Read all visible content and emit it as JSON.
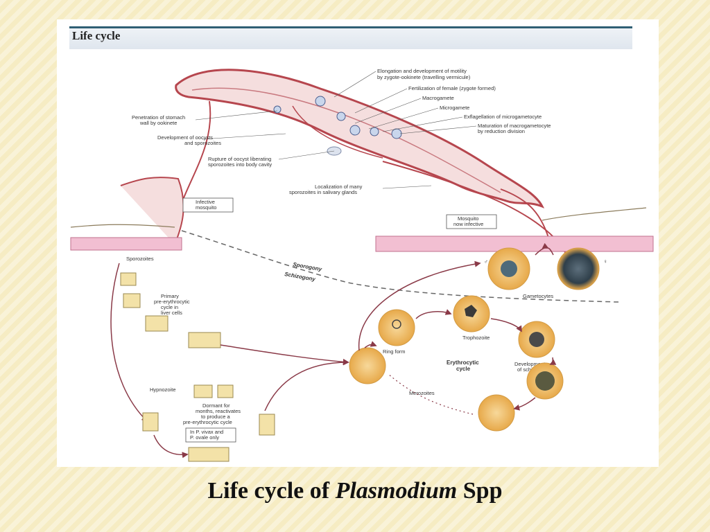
{
  "panel_title": "Life cycle",
  "labels": {
    "elongation_1": "Elongation and development of motility",
    "elongation_2": "by zygote-ookinete (travelling vermicule)",
    "fertilization": "Fertilization of female (zygote formed)",
    "macrogamete": "Macrogamete",
    "microgamete": "Microgamete",
    "exflagellation": "Exflagellation of microgametocyte",
    "maturation_1": "Maturation of macrogametocyte",
    "maturation_2": "by reduction division",
    "penetration_1": "Penetration of stomach",
    "penetration_2": "wall by ookinete",
    "oocysts_1": "Development of oocysts",
    "oocysts_2": "and sporozoites",
    "rupture_1": "Rupture of oocyst liberating",
    "rupture_2": "sporozoites into body cavity",
    "localization_1": "Localization of many",
    "localization_2": "sporozoites in salivary glands",
    "infective_1": "Infective",
    "infective_2": "mosquito",
    "now_infective_1": "Mosquito",
    "now_infective_2": "now infective",
    "sporozoites": "Sporozoites",
    "sporogony": "Sporogony",
    "schizogony": "Schizogony",
    "primary_1": "Primary",
    "primary_2": "pre-erythrocytic",
    "primary_3": "cycle in",
    "primary_4": "liver cells",
    "gametocytes": "Gametocytes",
    "ring_form": "Ring form",
    "trophozoite": "Trophozoite",
    "schizont_1": "Development",
    "schizont_2": "of schizont",
    "erythrocytic_1": "Erythrocytic",
    "erythrocytic_2": "cycle",
    "merozoites": "Merozoites",
    "hypnozoite": "Hypnozoite",
    "dormant_1": "Dormant for",
    "dormant_2": "months, reactivates",
    "dormant_3": "to produce a",
    "dormant_4": "pre-erythrocytic cycle",
    "vivax_1": "In P. vivax and",
    "vivax_2": "P. ovale only",
    "male_symbol": "♂",
    "female_symbol": "♀"
  },
  "caption": {
    "prefix": "Life cycle of",
    "genus": "Plasmodium",
    "suffix": "Spp"
  }
}
